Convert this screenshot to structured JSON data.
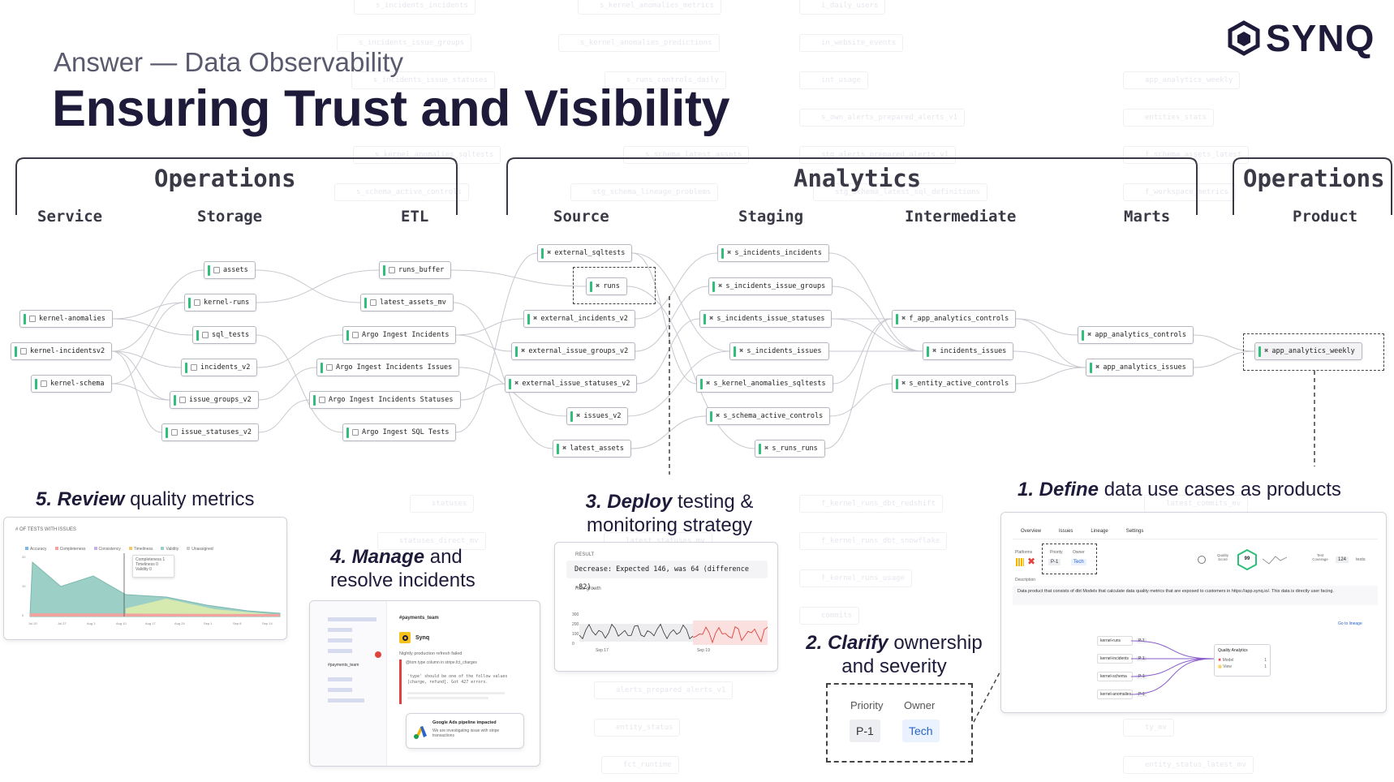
{
  "header": {
    "eyebrow": "Answer — Data Observability",
    "title": "Ensuring Trust and Visibility",
    "logo_text": "SYNQ",
    "logo_icon": "hexagon-logo-icon"
  },
  "groups": [
    {
      "label": "Operations"
    },
    {
      "label": "Analytics"
    },
    {
      "label": "Operations"
    }
  ],
  "columns": [
    "Service",
    "Storage",
    "ETL",
    "Source",
    "Staging",
    "Intermediate",
    "Marts",
    "Product"
  ],
  "nodes": {
    "service": [
      "kernel-anomalies",
      "kernel-incidentsv2",
      "kernel-schema"
    ],
    "storage": [
      "assets",
      "kernel-runs",
      "sql_tests",
      "incidents_v2",
      "issue_groups_v2",
      "issue_statuses_v2"
    ],
    "etl": [
      "runs_buffer",
      "latest_assets_mv",
      "Argo Ingest Incidents",
      "Argo Ingest Incidents Issues",
      "Argo Ingest Incidents Statuses",
      "Argo Ingest SQL Tests"
    ],
    "source": [
      "external_sqltests",
      "runs",
      "external_incidents_v2",
      "external_issue_groups_v2",
      "external_issue_statuses_v2",
      "issues_v2",
      "latest_assets"
    ],
    "staging": [
      "s_incidents_incidents",
      "s_incidents_issue_groups",
      "s_incidents_issue_statuses",
      "s_incidents_issues",
      "s_kernel_anomalies_sqltests",
      "s_schema_active_controls",
      "s_runs_runs"
    ],
    "intermediate": [
      "f_app_analytics_controls",
      "incidents_issues",
      "s_entity_active_controls"
    ],
    "marts": [
      "app_analytics_controls",
      "app_analytics_issues"
    ],
    "product": [
      "app_analytics_weekly"
    ]
  },
  "ghosts": [
    "s_incidents_incidents",
    "s_kernel_anomalies_metrics",
    "i_daily_users",
    "s_incidents_issue_groups",
    "s_kernel_anomalies_predictions",
    "in_website_events",
    "s_incidents_issue_statuses",
    "s_runs_controls_daily",
    "int_usage",
    "app_analytics_weekly",
    "s_own_alerts_prepared_alerts_v1",
    "entities_stats",
    "s_kernel_anomalies_sqltests",
    "s_schema_latest_assets",
    "stg_alerts_prepared_alerts_v1",
    "f_schema_assets_latest",
    "s_schema_active_controls",
    "stg_schema_lineage_problems",
    "stg_schema_latest_sql_definitions",
    "f_workspace_metrics",
    "statuses",
    "f_kernel_runs_dbt_redshift",
    "latest_commits_mv",
    "statuses_direct_mv",
    "latest_statuses_mv",
    "f_kernel_runs_dbt_snowflake",
    "f_kernel_runs_usage",
    "commits",
    "alerts_prepared_alerts_v1",
    "entity_status",
    "ty_mv",
    "fct_runtime",
    "entity_status_latest_mv",
    "int_usage"
  ],
  "steps": {
    "s1": {
      "em": "1. Define",
      "rest": " data use cases as products"
    },
    "s2": {
      "em": "2. Clarify",
      "rest": " ownership",
      "line2": "and severity"
    },
    "s3": {
      "em": "3. Deploy",
      "rest": " testing &",
      "line2": "monitoring strategy"
    },
    "s4": {
      "em": "4. Manage",
      "rest": " and",
      "line2": "resolve incidents"
    },
    "s5": {
      "em": "5. Review",
      "rest": " quality metrics"
    }
  },
  "ownership": {
    "priority_label": "Priority",
    "owner_label": "Owner",
    "priority_value": "P-1",
    "owner_value": "Tech"
  },
  "monitor_card": {
    "result_label": "RESULT",
    "result_text": "Decrease: Expected 146, was 64 (difference -82).",
    "row_growth": "Row growth",
    "ticks": [
      "300",
      "200",
      "100",
      "0"
    ],
    "dates": [
      "Sep 17",
      "Sep 19"
    ]
  },
  "incident_card": {
    "channel": "#payments_team",
    "side_channel": "#payments_team",
    "app": "Synq",
    "message": "Nightly production refresh failed",
    "tags": "@tom  type  column in  stripe.fct_charges",
    "error": "'type' should be one of the follow values [charge, refund]. Got 427 errors.",
    "note_title": "Google Ads pipeline impacted",
    "note_body": "We are investigating issue with stripe transactions"
  },
  "metrics_card": {
    "header": "# OF TESTS WITH ISSUES",
    "legend": [
      "Accuracy",
      "Completeness",
      "Consistency",
      "Timeliness",
      "Validity",
      "Unassigned"
    ],
    "tooltip": [
      "Completeness 1",
      "Timeliness 0",
      "Validity 0"
    ],
    "dates": [
      "Jul 20",
      "Jul 27",
      "Aug 3",
      "Aug 10",
      "Aug 17",
      "Aug 24",
      "Sep 1",
      "Sep 8",
      "Sep 14"
    ],
    "y_ticks": [
      "20",
      "10",
      "0"
    ]
  },
  "product_card": {
    "tabs": [
      "Overview",
      "Issues",
      "Lineage",
      "Settings"
    ],
    "platforms_label": "Platforms",
    "priority_label": "Priority",
    "owner_label": "Owner",
    "priority_value": "P-1",
    "owner_value": "Tech",
    "quality_label": "Quality Score",
    "score": "99",
    "coverage_label": "Test Coverage",
    "coverage_value": "124",
    "coverage_unit": "tests",
    "description_label": "Description",
    "description": "Data product that consists of dbt Models that calculate data quality metrics that are exposed to customers in https://app.synq.io/. This data is directly user facing.",
    "goto_lineage": "Go to lineage",
    "lineage_nodes": [
      "kernel-runs",
      "kernel-incidents",
      "kernel-schema",
      "kernel-anomalies"
    ],
    "lineage_tags": [
      "P-1",
      "P-1",
      "P-1",
      "P-1"
    ],
    "legend_title": "Quality Analytics",
    "legend_items": [
      "Model",
      "View"
    ],
    "legend_counts": [
      "1",
      "1"
    ]
  },
  "colors": {
    "accent_green": "#2fbf7a",
    "brand_navy": "#1e1b3a",
    "owner_blue": "#2a64c8",
    "error_red": "#e0433d"
  }
}
